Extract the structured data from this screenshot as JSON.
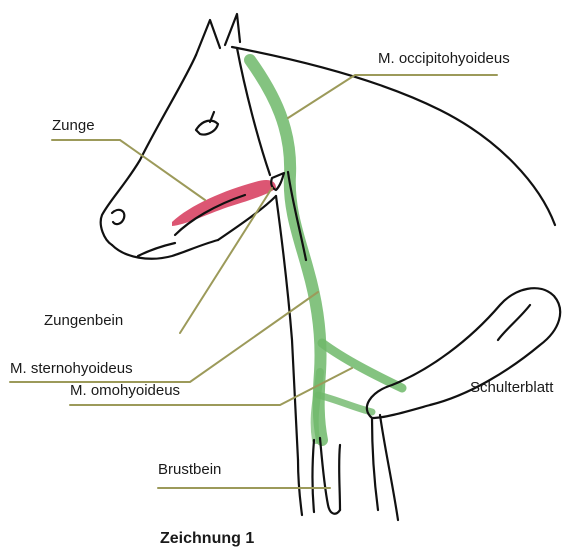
{
  "labels": {
    "occipitohyoideus": "M. occipitohyoideus",
    "zunge": "Zunge",
    "zungenbein": "Zungenbein",
    "sternohyoideus": "M. sternohyoideus",
    "omohyoideus": "M. omohyoideus",
    "schulterblatt": "Schulterblatt",
    "brustbein": "Brustbein"
  },
  "caption": "Zeichnung 1",
  "colors": {
    "outline": "#111111",
    "muscle_green": "#6fb86a",
    "tongue_red": "#d6385a",
    "leader_line": "#9c9a5a"
  }
}
